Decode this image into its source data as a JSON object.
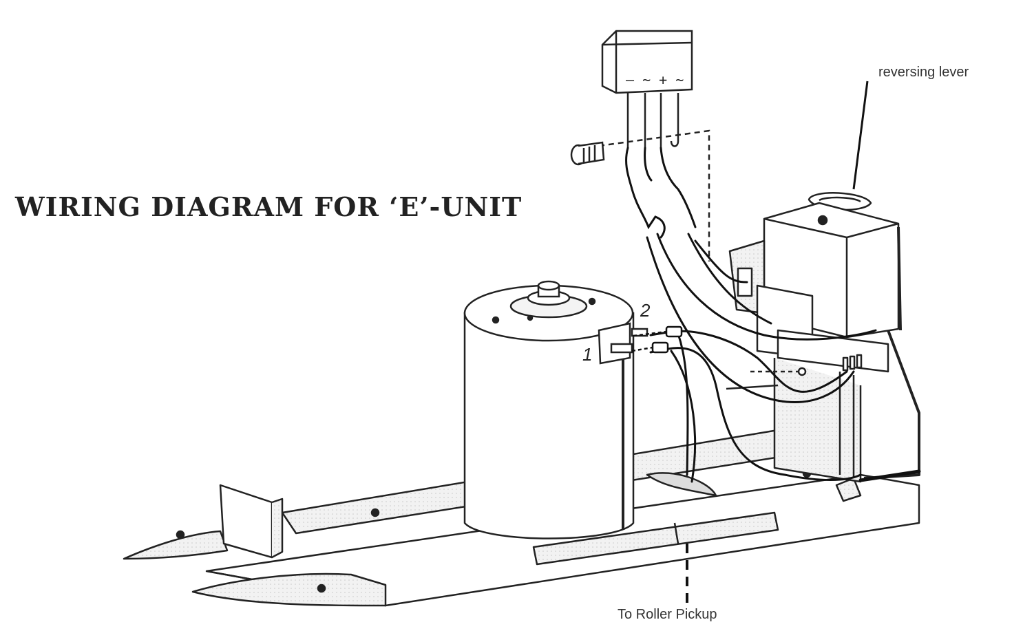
{
  "title": "WIRING DIAGRAM FOR ‘E’-UNIT",
  "labels": {
    "reversing_lever": "reversing lever",
    "roller_pickup": "To Roller Pickup",
    "terminal_1": "1",
    "terminal_2": "2",
    "rectifier_polarity": "– ~ + ~"
  },
  "colors": {
    "ink": "#1a1a1a",
    "paper": "#ffffff",
    "shade": "#e8e8e8"
  }
}
